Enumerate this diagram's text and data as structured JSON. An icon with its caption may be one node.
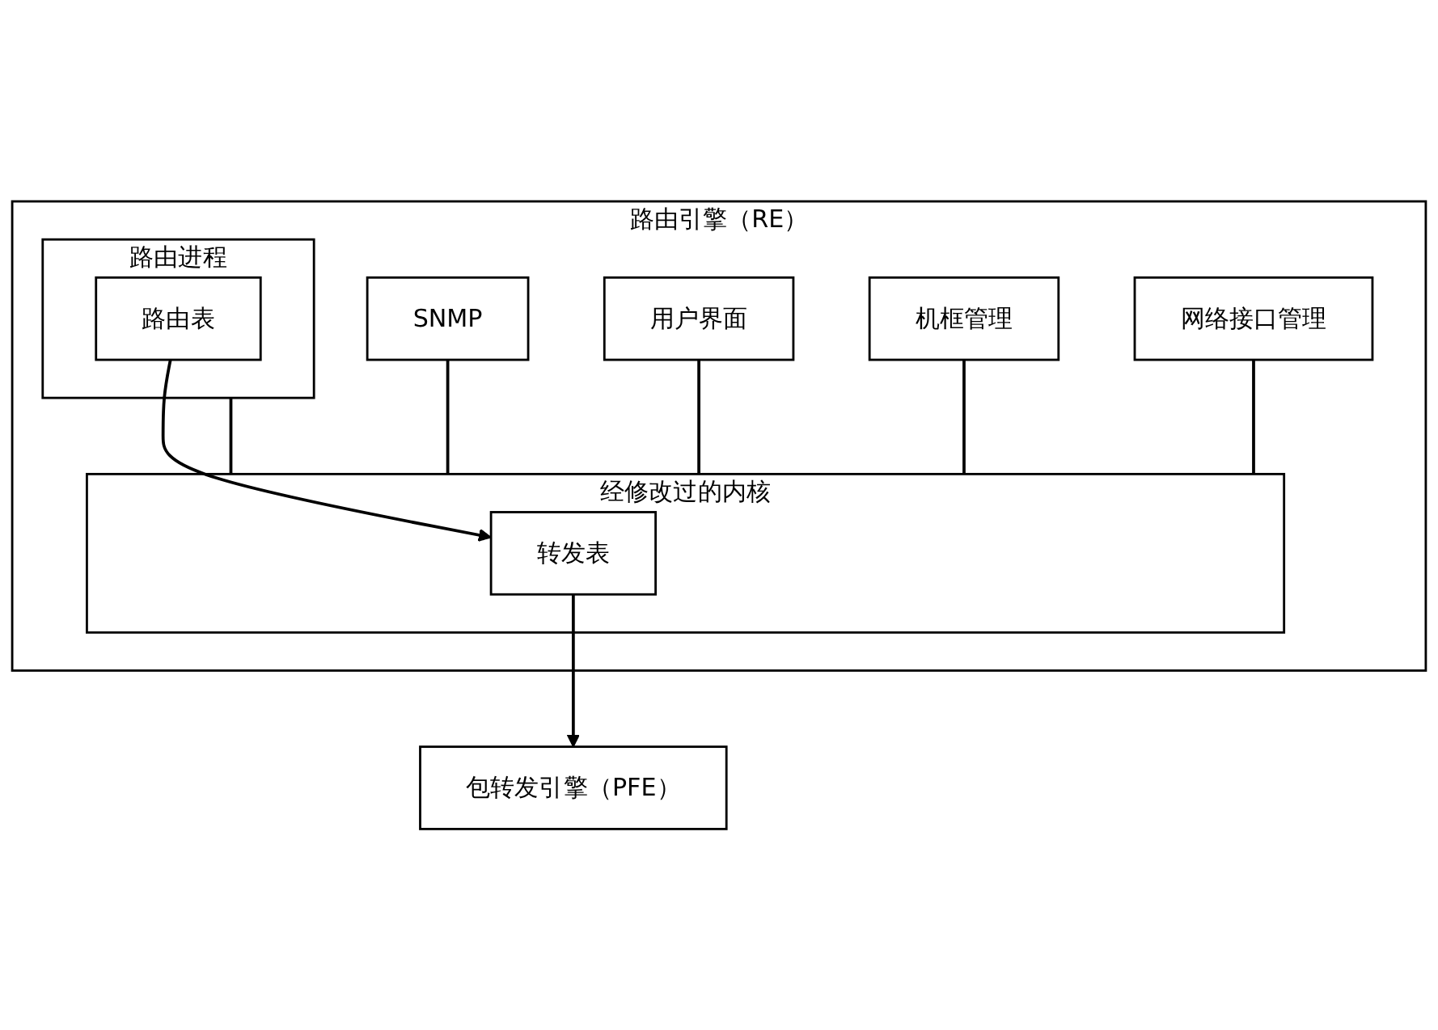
{
  "diagram": {
    "nodes": [
      {
        "text": [
          "路由引擎（RE）"
        ]
      },
      {
        "text": [
          "路由进程"
        ],
        "in": 0
      },
      {
        "text": [
          "路由表"
        ],
        "in": 1
      },
      {
        "text": [
          "SNMP"
        ],
        "in": 0
      },
      {
        "text": [
          "用户界面"
        ],
        "in": 0
      },
      {
        "text": [
          "机框管理"
        ],
        "in": 0
      },
      {
        "text": [
          "网络接口管理"
        ],
        "in": 0
      },
      {
        "text": [
          "经修改过的内核"
        ],
        "in": 0
      },
      {
        "text": [
          "转发表"
        ],
        "in": 7
      },
      {
        "text": [
          "包转发引擎（PFE）"
        ]
      }
    ],
    "edges": [
      {
        "from": 1,
        "to": 7,
        "arrow": "none"
      },
      {
        "from": 3,
        "to": 7,
        "arrow": "none"
      },
      {
        "from": 4,
        "to": 7,
        "arrow": "none"
      },
      {
        "from": 5,
        "to": 7,
        "arrow": "none"
      },
      {
        "from": 6,
        "to": 7,
        "arrow": "none"
      },
      {
        "from": 2,
        "to": 8,
        "arrow": "to"
      },
      {
        "from": 8,
        "to": 9,
        "arrow": "to"
      }
    ]
  }
}
